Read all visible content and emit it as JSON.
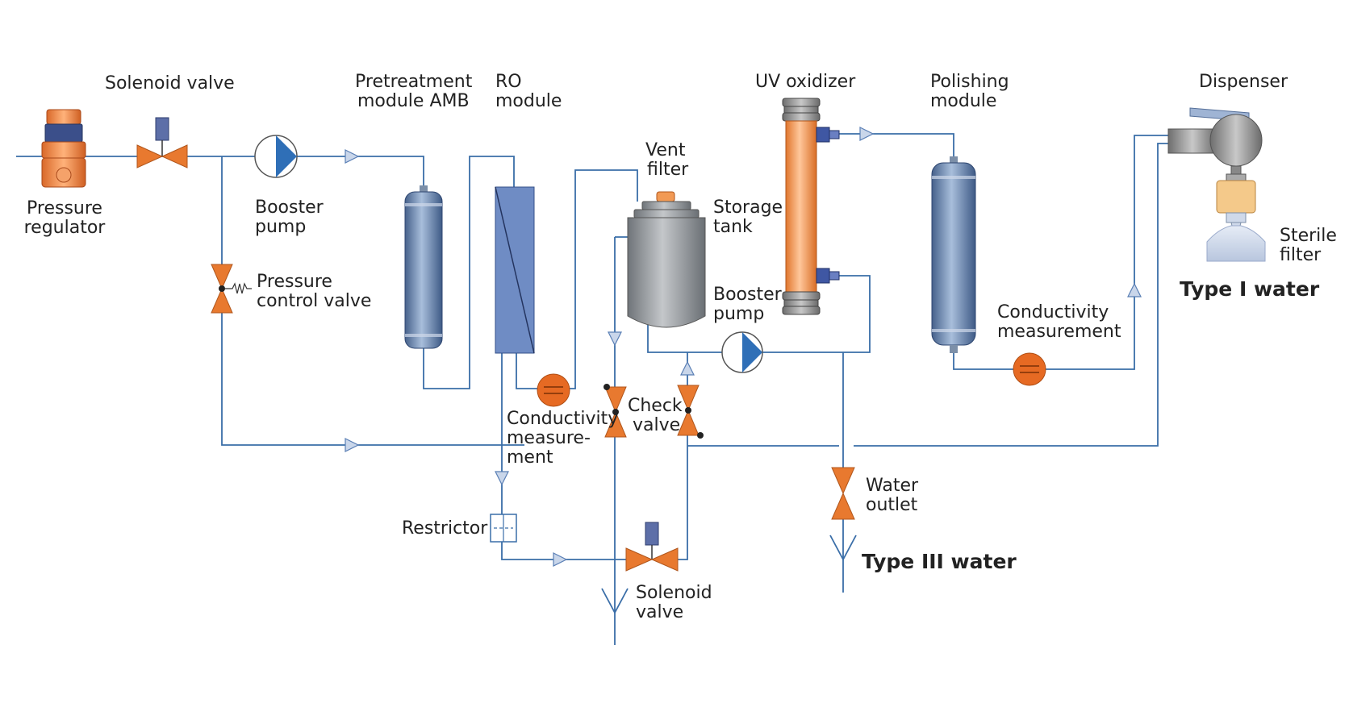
{
  "labels": {
    "pressure_regulator": [
      "Pressure",
      "regulator"
    ],
    "solenoid_valve_top": "Solenoid valve",
    "booster_pump_1": [
      "Booster",
      "pump"
    ],
    "pressure_control_valve": [
      "Pressure",
      "control valve"
    ],
    "pretreatment_module": [
      "Pretreatment",
      "module AMB"
    ],
    "ro_module": [
      "RO",
      "module"
    ],
    "vent_filter": [
      "Vent",
      "filter"
    ],
    "storage_tank": [
      "Storage",
      "tank"
    ],
    "booster_pump_2": [
      "Booster",
      "pump"
    ],
    "uv_oxidizer": "UV oxidizer",
    "polishing_module": [
      "Polishing",
      "module"
    ],
    "dispenser": "Dispenser",
    "sterile_filter": [
      "Sterile",
      "filter"
    ],
    "type_1_water": "Type I water",
    "conductivity_1": [
      "Conductivity",
      "measure-",
      "ment"
    ],
    "check_valve": [
      "Check",
      "valve"
    ],
    "conductivity_2": [
      "Conductivity",
      "measurement"
    ],
    "water_outlet": [
      "Water",
      "outlet"
    ],
    "type_3_water": "Type III water",
    "restrictor": "Restrictor",
    "solenoid_valve_bottom": [
      "Solenoid",
      "valve"
    ]
  },
  "colors": {
    "pipe": "#3a6ea8",
    "valve_orange": "#e8792f",
    "meter_orange": "#e66a23",
    "cartridge_blue": "#6c8fbf",
    "ro_blue": "#6f8cc4",
    "uv_orange": "#f29a55",
    "tank_gray": "#9ea3a8",
    "label_blue": "#1f5fa3",
    "arrow_fill": "#c9d6ea"
  }
}
